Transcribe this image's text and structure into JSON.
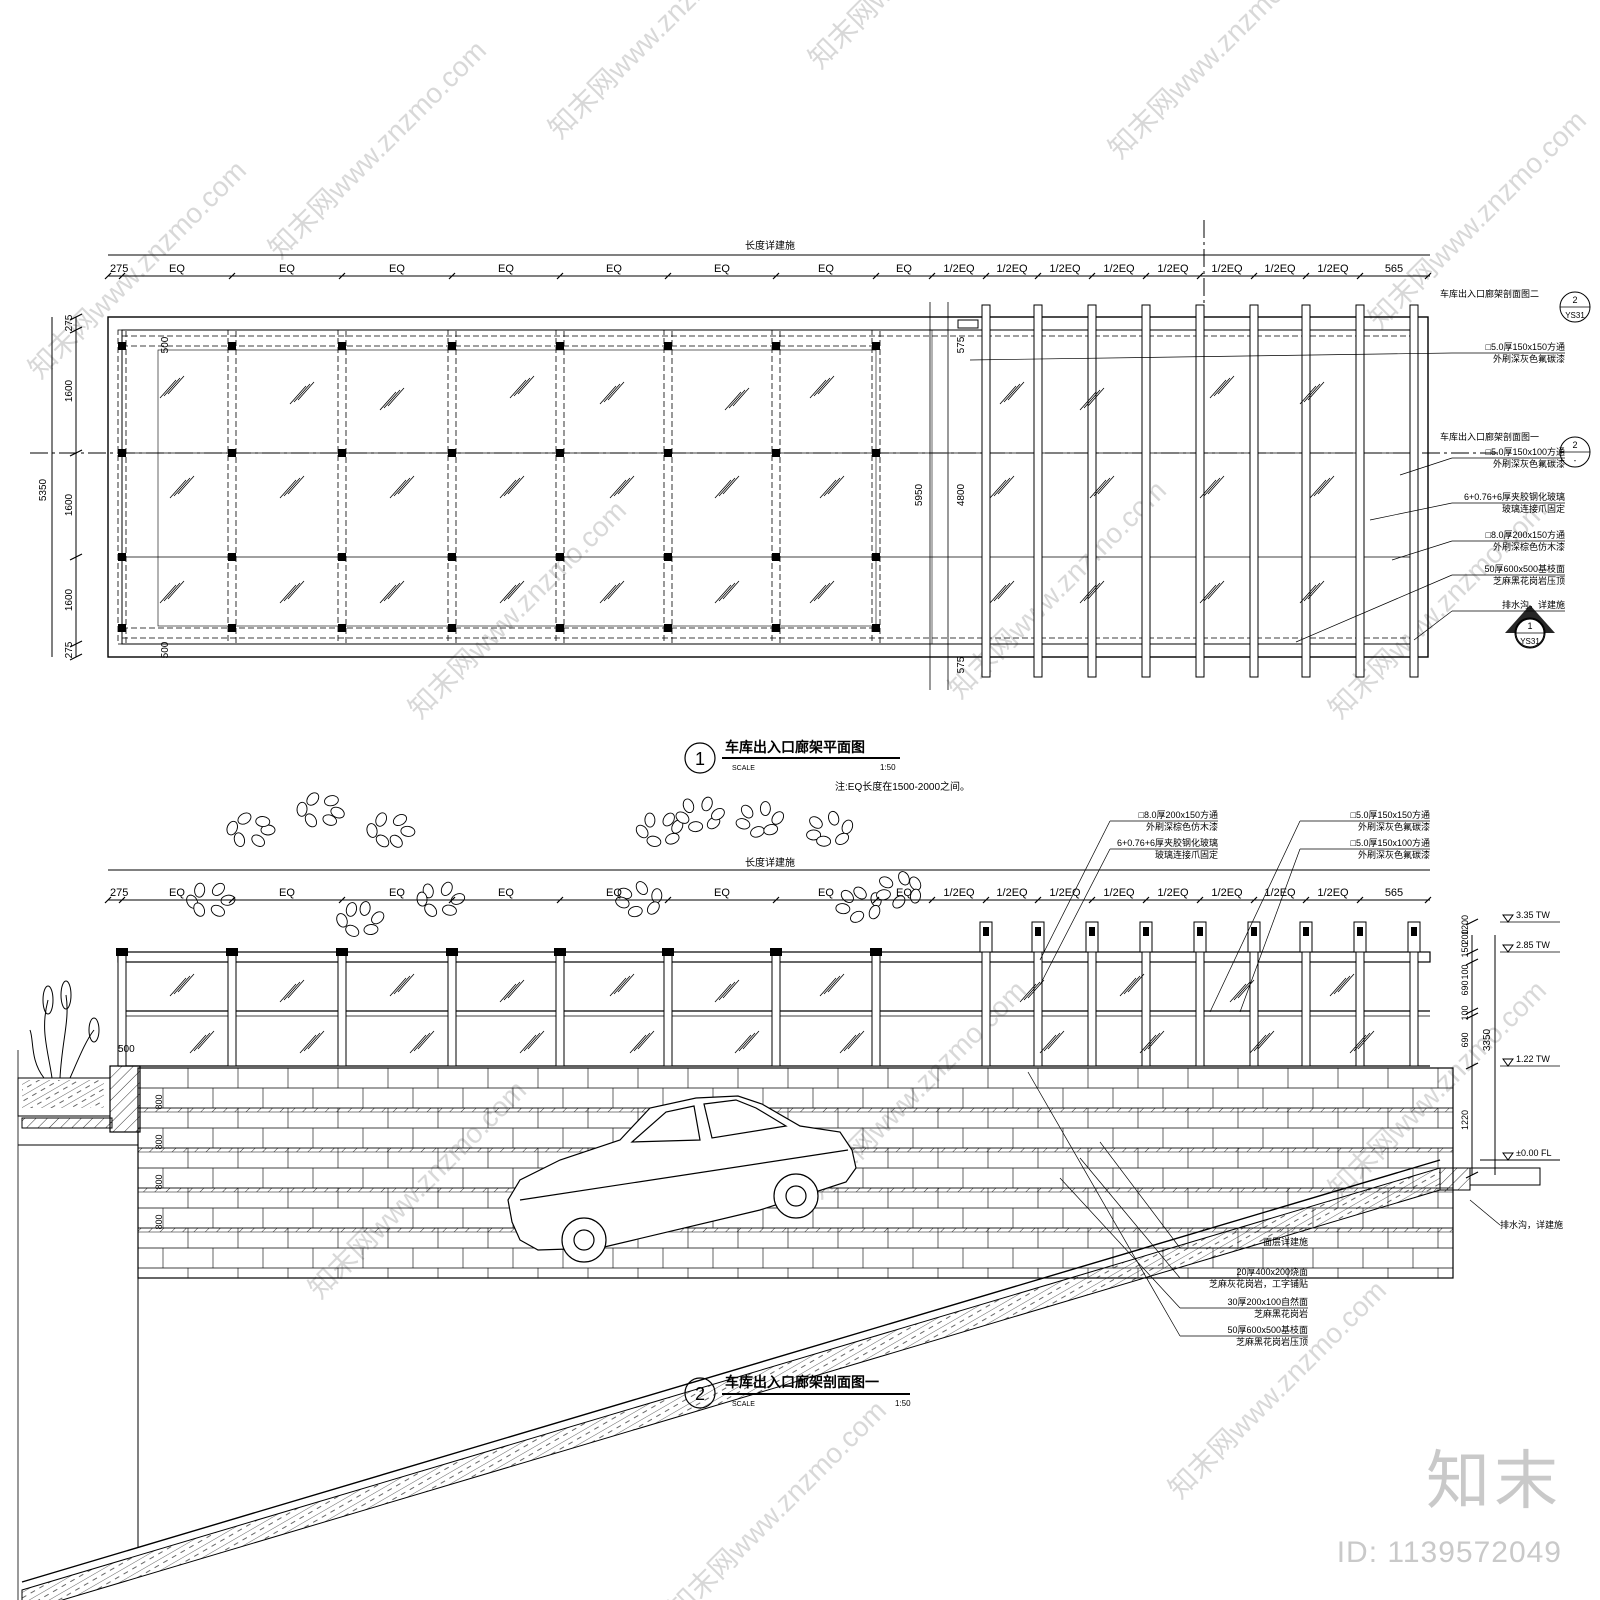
{
  "plan": {
    "overall_label": "长度详建施",
    "top_dims": [
      "275",
      "EQ",
      "EQ",
      "EQ",
      "EQ",
      "EQ",
      "EQ",
      "EQ",
      "EQ",
      "1/2EQ",
      "1/2EQ",
      "1/2EQ",
      "1/2EQ",
      "1/2EQ",
      "1/2EQ",
      "1/2EQ",
      "1/2EQ",
      "565"
    ],
    "left_dims": [
      "275",
      "1600",
      "1600",
      "1600",
      "275"
    ],
    "left_total": "5350",
    "inner_dims": [
      "575",
      "5950",
      "4800",
      "575"
    ],
    "edge_dims": [
      "500",
      "500"
    ],
    "section_ref_top": {
      "label": "车库出入口廊架剖面图二",
      "num": "2",
      "sheet": "YS31"
    },
    "section_ref_mid": {
      "label": "车库出入口廊架剖面图一",
      "num": "2",
      "sheet": "-"
    },
    "bottom_ref": {
      "num": "1",
      "sheet": "YS31"
    },
    "callouts": [
      [
        "□5.0厚150x150方通",
        "外刷深灰色氟碳漆"
      ],
      [
        "□5.0厚150x100方通",
        "外刷深灰色氟碳漆"
      ],
      [
        "6+0.76+6厚夹胶钢化玻璃",
        "玻璃连接爪固定"
      ],
      [
        "□8.0厚200x150方通",
        "外刷深棕色仿木漆"
      ],
      [
        "50厚600x500基枝面",
        "芝麻黑花岗岩压顶"
      ],
      [
        "排水沟，详建施",
        ""
      ]
    ],
    "title": "车库出入口廊架平面图",
    "number": "1",
    "scale_label": "SCALE",
    "scale": "1:50",
    "note": "注:EQ长度在1500-2000之间。"
  },
  "section": {
    "overall_label": "长度详建施",
    "top_dims": [
      "275",
      "EQ",
      "EQ",
      "EQ",
      "EQ",
      "EQ",
      "EQ",
      "EQ",
      "EQ",
      "1/2EQ",
      "1/2EQ",
      "1/2EQ",
      "1/2EQ",
      "1/2EQ",
      "1/2EQ",
      "1/2EQ",
      "1/2EQ",
      "565"
    ],
    "callouts_top_left": [
      [
        "□8.0厚200x150方通",
        "外刷深棕色仿木漆"
      ],
      [
        "6+0.76+6厚夹胶钢化玻璃",
        "玻璃连接爪固定"
      ]
    ],
    "callouts_top_right": [
      [
        "□5.0厚150x150方通",
        "外刷深灰色氟碳漆"
      ],
      [
        "□5.0厚150x100方通",
        "外刷深灰色氟碳漆"
      ]
    ],
    "right_dims": [
      "200",
      "150",
      "100",
      "690",
      "100",
      "690",
      "1220"
    ],
    "right_dim_top": "1200",
    "right_total": "3350",
    "levels": [
      "3.35 TW",
      "2.85 TW",
      "1.22 TW",
      "±0.00 FL"
    ],
    "left_edge_dim": "500",
    "wall_dims": [
      "800",
      "800",
      "800",
      "800"
    ],
    "callouts_bottom": [
      [
        "面层详建施",
        ""
      ],
      [
        "20厚400x200烧面",
        "芝麻灰花岗岩，工字铺贴"
      ],
      [
        "30厚200x100自然面",
        "芝麻黑花岗岩"
      ],
      [
        "50厚600x500基枝面",
        "芝麻黑花岗岩压顶"
      ]
    ],
    "drain_label": "排水沟，详建施",
    "title": "车库出入口廊架剖面图一",
    "number": "2",
    "scale_label": "SCALE",
    "scale": "1:50"
  },
  "watermark": {
    "site": "www.znzmo.com",
    "brand": "知末网",
    "logo": "知末",
    "id": "ID: 1139572049"
  }
}
